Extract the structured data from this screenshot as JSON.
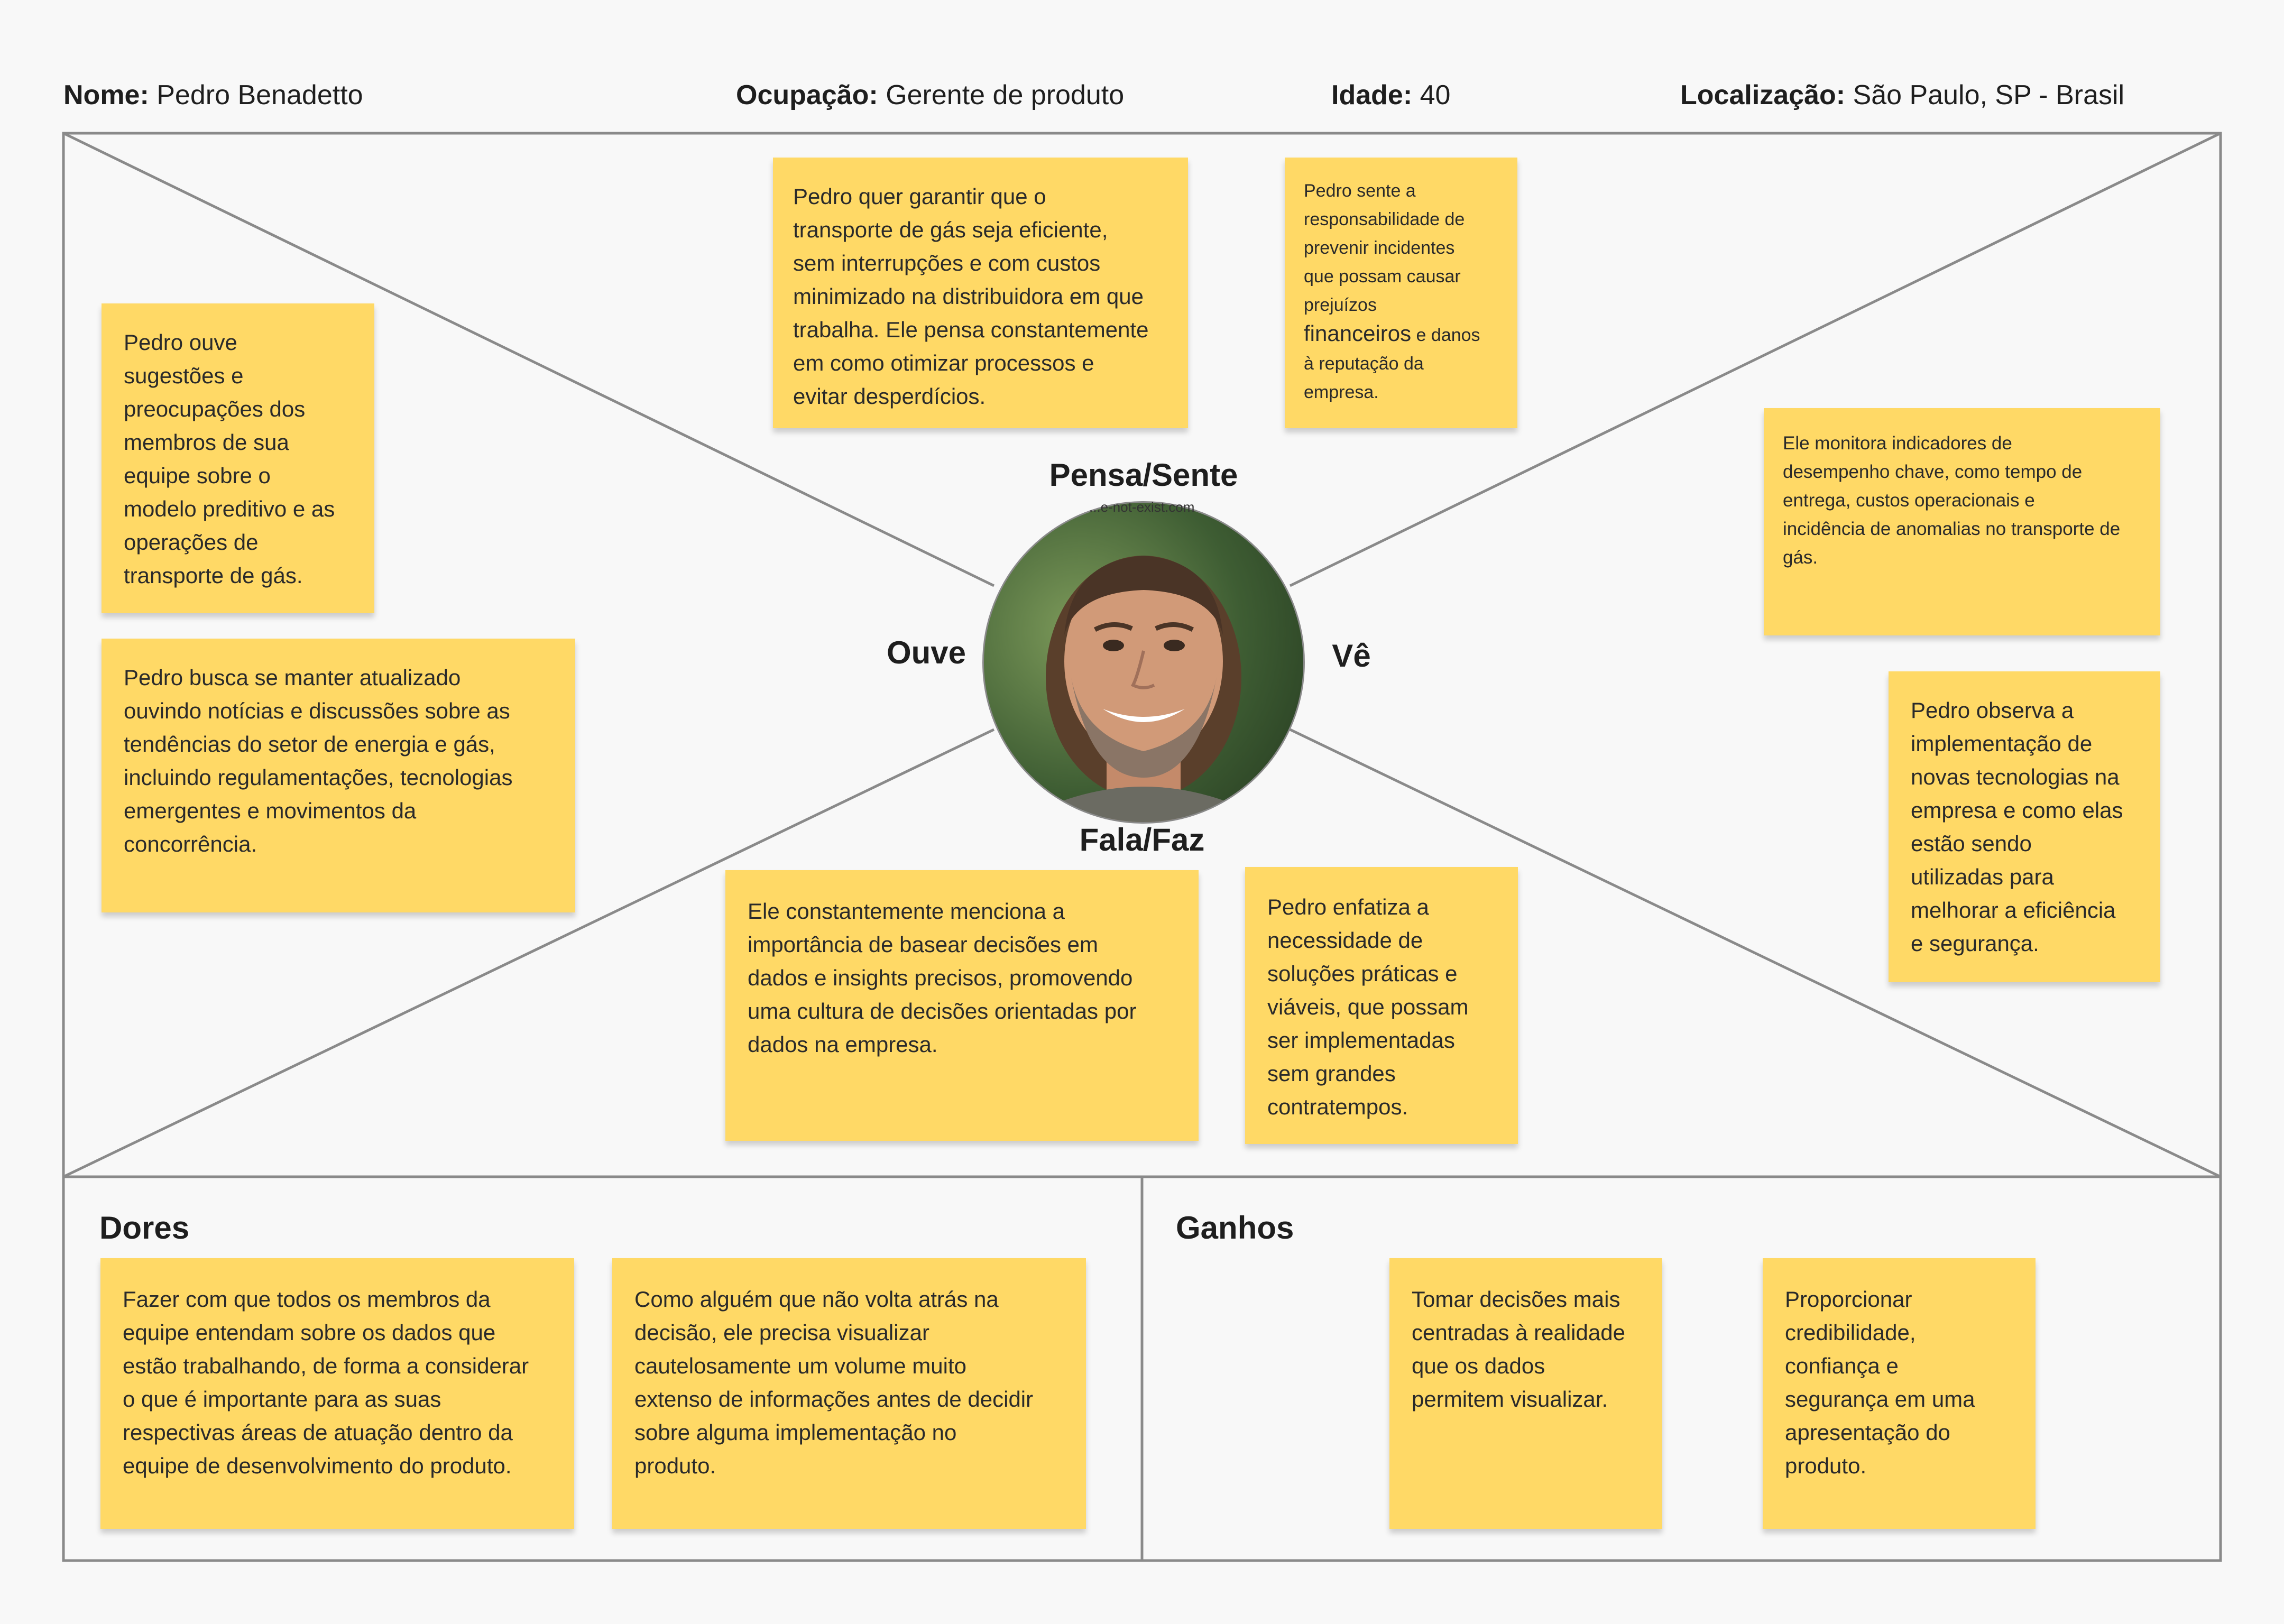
{
  "header": {
    "name": {
      "label": "Nome:",
      "value": "Pedro Benadetto"
    },
    "occupation": {
      "label": "Ocupação:",
      "value": "Gerente de produto"
    },
    "age": {
      "label": "Idade:",
      "value": "40"
    },
    "location": {
      "label": "Localização:",
      "value": "São Paulo, SP - Brasil"
    }
  },
  "quadrants": {
    "pensa_sente": "Pensa/Sente",
    "ouve": "Ouve",
    "ve": "Vê",
    "fala_faz": "Fala/Faz"
  },
  "avatar": {
    "watermark": "...e-not-exist.com"
  },
  "notes": {
    "think1": "Pedro quer garantir que o\ntransporte de gás seja eficiente,\nsem interrupções e com custos\nminimizado na distribuidora em que\ntrabalha. Ele pensa constantemente\nem como otimizar processos e\nevitar desperdícios.",
    "think2_a": "Pedro sente a\nresponsabilidade de\nprevenir incidentes\nque possam causar\nprejuízos",
    "think2_b": "financeiros",
    "think2_c": " e danos\nà reputação da\nempresa.",
    "hear1": "Pedro ouve\nsugestões e\npreocupações dos\nmembros de sua\nequipe sobre o\nmodelo preditivo e as\noperações de\ntransporte de gás.",
    "hear2": "Pedro busca se manter atualizado\nouvindo notícias e discussões sobre as\ntendências do setor de energia e gás,\nincluindo regulamentações, tecnologias\nemergentes e movimentos da\nconcorrência.",
    "see1": "Ele monitora indicadores de\ndesempenho chave, como tempo de\nentrega, custos operacionais e\nincidência de anomalias no transporte de\ngás.",
    "see2": "Pedro observa a\nimplementação de\nnovas tecnologias na\nempresa e como elas\nestão sendo\nutilizadas para\nmelhorar a eficiência\ne segurança.",
    "say1": "Ele constantemente menciona a\nimportância de basear decisões em\ndados e insights precisos, promovendo\numa cultura de decisões orientadas por\ndados na empresa.",
    "say2": "Pedro enfatiza a\nnecessidade de\nsoluções práticas e\nviáveis, que possam\nser implementadas\nsem grandes\ncontratempos."
  },
  "pains": {
    "title": "Dores",
    "note1": "Fazer com que todos os membros da\nequipe entendam sobre os dados que\nestão trabalhando, de forma a considerar\no que é importante para as suas\nrespectivas áreas de atuação dentro da\nequipe de desenvolvimento do produto.",
    "note2": "Como alguém que não volta atrás na\ndecisão, ele precisa visualizar\ncautelosamente um volume muito\nextenso de informações antes de decidir\nsobre alguma implementação no\nproduto."
  },
  "gains": {
    "title": "Ganhos",
    "note1": "Tomar decisões mais\ncentradas à realidade\nque os dados\npermitem visualizar.",
    "note2": " Proporcionar\ncredibilidade,\nconfiança e\nsegurança em uma\napresentação do\nproduto."
  },
  "colors": {
    "sticky": "#ffd966",
    "frame": "#8a8a8a",
    "background": "#f8f8f8"
  }
}
